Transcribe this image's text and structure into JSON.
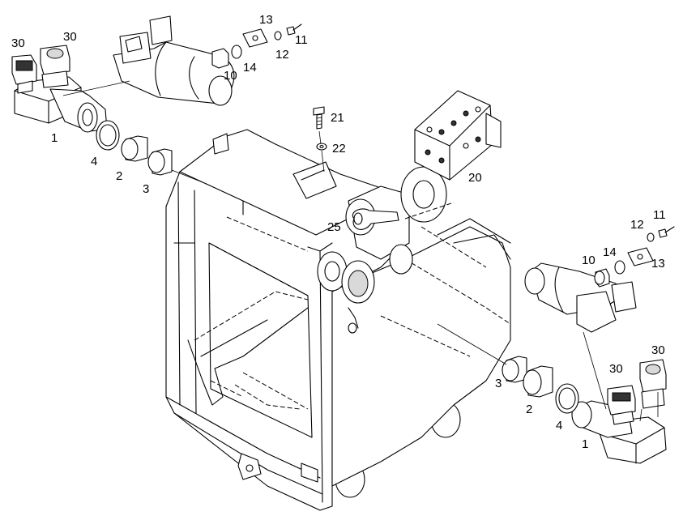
{
  "labels": {
    "n1": "1",
    "n2": "2",
    "n3": "3",
    "n4": "4",
    "n10": "10",
    "n11": "11",
    "n12": "12",
    "n13": "13",
    "n14": "14",
    "n20": "20",
    "n21": "21",
    "n22": "22",
    "n25": "25",
    "n30": "30"
  }
}
